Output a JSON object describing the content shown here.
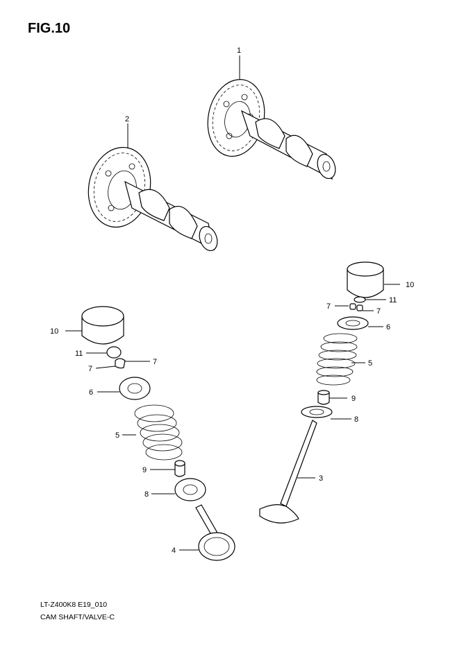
{
  "figure": {
    "title": "FIG.10",
    "code": "LT-Z400K8 E19_010",
    "caption": "CAM SHAFT/VALVE-C"
  },
  "callouts": {
    "c1": "1",
    "c2": "2",
    "c3": "3",
    "c4": "4",
    "c5a": "5",
    "c5b": "5",
    "c6a": "6",
    "c6b": "6",
    "c7a": "7",
    "c7b": "7",
    "c7c": "7",
    "c7d": "7",
    "c8a": "8",
    "c8b": "8",
    "c9a": "9",
    "c9b": "9",
    "c10a": "10",
    "c10b": "10",
    "c11a": "11",
    "c11b": "11"
  }
}
